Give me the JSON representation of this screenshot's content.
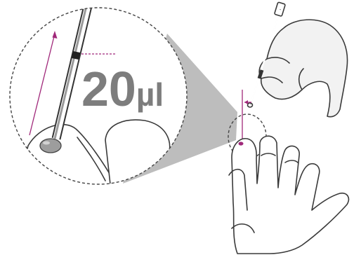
{
  "figure": {
    "volume_number": "20",
    "volume_unit": "µl"
  },
  "colors": {
    "accent": "#a0287a",
    "outline": "#3a3a3a",
    "cone": "#b9b9b9",
    "text": "#7d7d7d"
  },
  "icons": {
    "main": "capillary-pipette-fingertip-illustration"
  }
}
